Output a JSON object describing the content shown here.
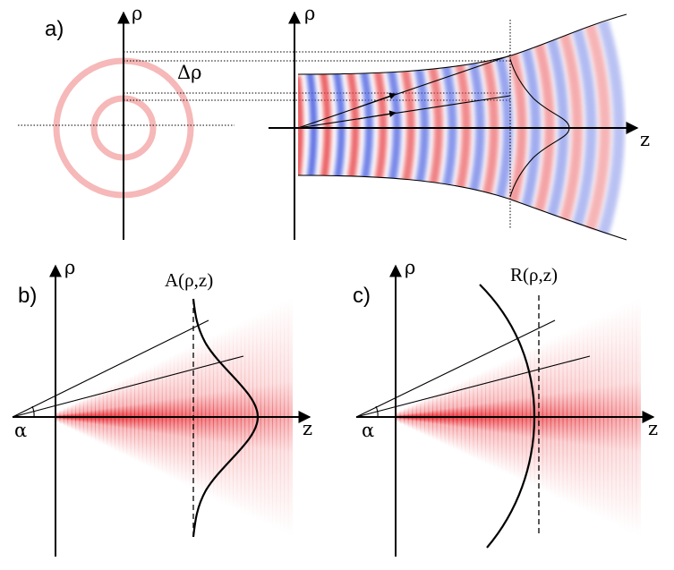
{
  "panels": {
    "a": {
      "label": "a)",
      "left_axis_label": "ρ",
      "right_axis_label": "ρ",
      "z_label": "z",
      "delta_label": "Δρ"
    },
    "b": {
      "label": "b)",
      "axis_label": "ρ",
      "z_label": "z",
      "angle_label": "α",
      "function_label": "A(ρ,z)"
    },
    "c": {
      "label": "c)",
      "axis_label": "ρ",
      "z_label": "z",
      "angle_label": "α",
      "function_label": "R(ρ,z)"
    }
  },
  "colors": {
    "ring": "#f6b8b8",
    "positive_wave": "#e8454a",
    "negative_wave": "#4a5fe0",
    "beam": "#e4141c",
    "lines": "#000000"
  }
}
